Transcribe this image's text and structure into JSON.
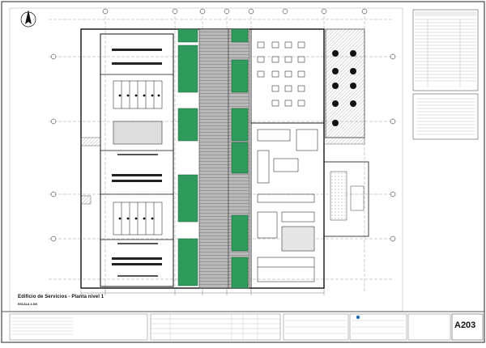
{
  "drawing": {
    "title": "Edificio de Servicios - Planta nivel 1",
    "scale_label": "ESCALA 1:100",
    "sheet_number": "A203"
  },
  "colors": {
    "line": "#111111",
    "green_zone": "#2e9a5c",
    "hatch_zone": "#c8c8c8",
    "paper": "#ffffff"
  }
}
